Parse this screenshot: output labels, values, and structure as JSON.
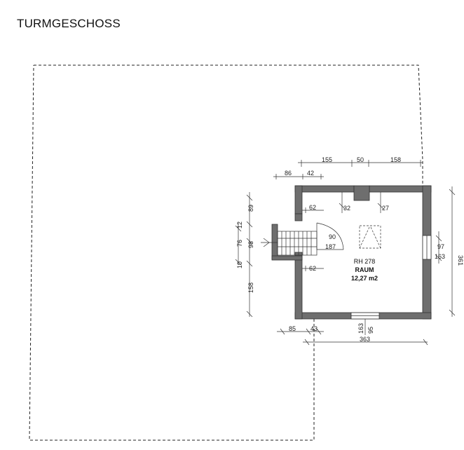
{
  "title": "TURMGESCHOSS",
  "room": {
    "height": "RH 278",
    "name": "RAUM",
    "area": "12,27 m2"
  },
  "dimensions": {
    "top_outer": [
      "155",
      "50",
      "158"
    ],
    "top_inner": [
      "86",
      "42"
    ],
    "inner_top_62": "62",
    "inner_32": "32",
    "inner_27": "27",
    "stair_90": "90",
    "stair_187": "187",
    "inner_bottom_62": "62",
    "left_vertical": [
      "89",
      "12",
      "98",
      "76",
      "10",
      "158"
    ],
    "right_window": [
      "97",
      "163"
    ],
    "right_overall": "361",
    "bottom_window": [
      "163",
      "95"
    ],
    "bottom_left": [
      "85",
      "43"
    ],
    "bottom_overall": "363"
  }
}
